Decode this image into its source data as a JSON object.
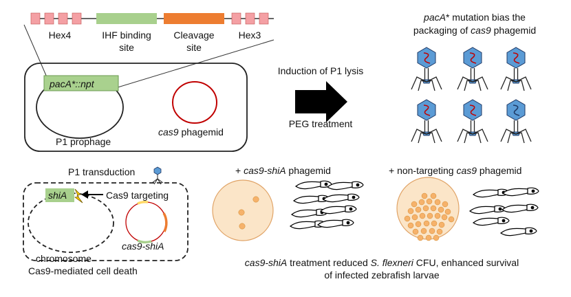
{
  "gene_map": {
    "hex4": "Hex4",
    "ihf_line1": "IHF binding",
    "ihf_line2": "site",
    "cleavage_line1": "Cleavage",
    "cleavage_line2": "site",
    "hex3": "Hex3",
    "colors": {
      "hex": "#f4a0a4",
      "ihf": "#a8d08d",
      "cleavage": "#ed7d31"
    }
  },
  "prophage_panel": {
    "insert_label": "pacA*::npt",
    "phagemid_label_italic": "cas9",
    "phagemid_label_rest": " phagemid",
    "prophage_label": "P1 prophage",
    "phagemid_color": "#c00000",
    "insert_color": "#a9d18e"
  },
  "process": {
    "top_text": "Induction of P1 lysis",
    "bottom_text": "PEG treatment"
  },
  "phage_result": {
    "line1_italic": "pacA",
    "line1_rest": "* mutation bias the",
    "line2_prefix": "packaging of ",
    "line2_italic": "cas9",
    "line2_suffix": " phagemid",
    "head_color": "#5b9bd5",
    "dna_color": "#c00000",
    "dna_alt_color": "#1f3864"
  },
  "transduction": {
    "title": "P1 transduction",
    "target_gene": "shiA",
    "targeting_label": "Cas9 targeting",
    "chromosome_label": "chromosome",
    "plasmid_label": "cas9-shiA",
    "caption": "Cas9-mediated cell death"
  },
  "plates": {
    "left_header_prefix": "+ ",
    "left_header_italic": "cas9-shiA",
    "left_header_suffix": " phagemid",
    "right_header_prefix": "+ non-targeting ",
    "right_header_italic": "cas9",
    "right_header_suffix": " phagemid",
    "plate_color": "#fbe5c8",
    "colony_color": "#f6b26b"
  },
  "conclusion": {
    "line1_italic_a": "cas9-shiA",
    "line1_mid": " treatment reduced ",
    "line1_italic_b": "S. flexneri",
    "line1_suffix": " CFU, enhanced survival",
    "line2": "of infected zebrafish larvae"
  }
}
